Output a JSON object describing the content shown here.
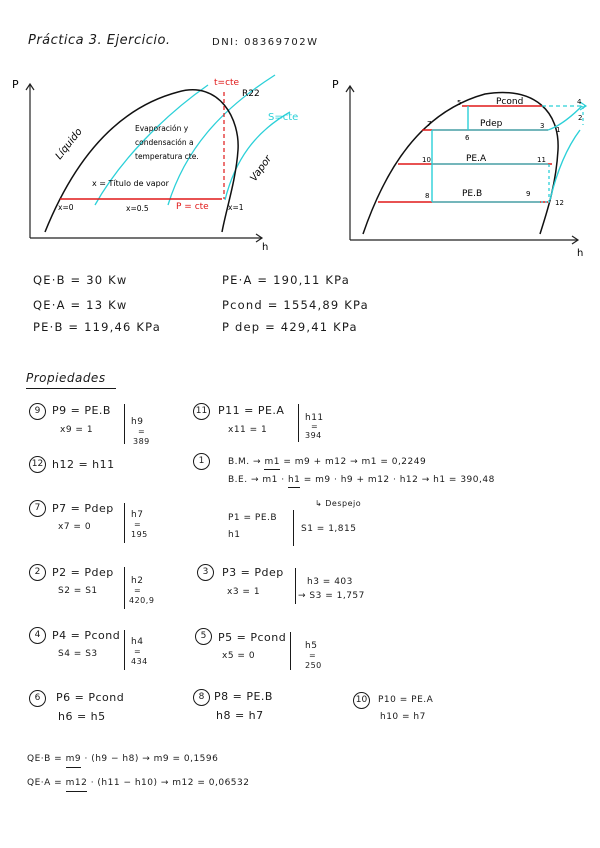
{
  "header": {
    "title": "Práctica 3. Ejercicio.",
    "dni": "DNI: 08369702W"
  },
  "diagram_left": {
    "axis_p": "P",
    "axis_h": "h",
    "refrigerant": "R22",
    "t_cte": "t=cte",
    "s_cte": "S=cte",
    "liquido": "Líquido",
    "vapor": "Vapor",
    "evap_line1": "Evaporación y",
    "evap_line2": "condensación a",
    "evap_line3": "temperatura cte.",
    "titulo_vapor": "x = Título de vapor",
    "x0": "x=0",
    "x05": "x=0.5",
    "p_cte": "P = cte",
    "x1": "x=1"
  },
  "diagram_right": {
    "axis_p": "P",
    "axis_h": "h",
    "pcond": "Pcond",
    "pdep": "Pdep",
    "pea": "PE.A",
    "peb": "PE.B",
    "points": [
      "1",
      "2",
      "3",
      "4",
      "5",
      "6",
      "7",
      "8",
      "9",
      "10",
      "11",
      "12"
    ]
  },
  "givens": {
    "qeb": "QE·B = 30 Kw",
    "qea": "QE·A = 13 Kw",
    "peb": "PE·B = 119,46 KPa",
    "pea": "PE·A = 190,11 KPa",
    "pcond": "Pcond = 1554,89 KPa",
    "pdep": "P dep = 429,41 KPa"
  },
  "properties": {
    "heading": "Propiedades",
    "p9": {
      "num": "9",
      "l1": "P9 = PE.B",
      "l2": "x9 = 1",
      "h": "h9",
      "eq": "=",
      "val": "389"
    },
    "p11": {
      "num": "11",
      "l1": "P11 = PE.A",
      "l2": "x11 = 1",
      "h": "h11",
      "eq": "=",
      "val": "394"
    },
    "p12": {
      "num": "12",
      "l1": "h12 = h11"
    },
    "p1": {
      "num": "1",
      "bm": "B.M. →",
      "bm_term": "m1",
      "bm_rest": "= m9 + m12 → m1 = 0,2249",
      "be": "B.E. → m1 ·",
      "be_term": "h1",
      "be_rest": "= m9 · h9 + m12 · h12 → h1 = 390,48",
      "despejo": "↳ Despejo",
      "l1": "P1 = PE.B",
      "l2": "h1",
      "s1": "S1 = 1,815"
    },
    "p7": {
      "num": "7",
      "l1": "P7 = Pdep",
      "l2": "x7 = 0",
      "h": "h7",
      "eq": "=",
      "val": "195"
    },
    "p2": {
      "num": "2",
      "l1": "P2 = Pdep",
      "l2": "S2 = S1",
      "h": "h2",
      "eq": "=",
      "val": "420,9"
    },
    "p3": {
      "num": "3",
      "l1": "P3 = Pdep",
      "l2": "x3 = 1",
      "r1": "h3 = 403",
      "r2": "→ S3 = 1,757"
    },
    "p4": {
      "num": "4",
      "l1": "P4 = Pcond",
      "l2": "S4 = S3",
      "h": "h4",
      "eq": "=",
      "val": "434"
    },
    "p5": {
      "num": "5",
      "l1": "P5 = Pcond",
      "l2": "x5 = 0",
      "h": "h5",
      "eq": "=",
      "val": "250"
    },
    "p6": {
      "num": "6",
      "l1": "P6 = Pcond",
      "l2": "h6 = h5"
    },
    "p8": {
      "num": "8",
      "l1": "P8 = PE.B",
      "l2": "h8 = h7"
    },
    "p10": {
      "num": "10",
      "l1": "P10 = PE.A",
      "l2": "h10 = h7"
    }
  },
  "balances": {
    "l1_a": "QE·B =",
    "l1_m": "m9",
    "l1_b": "· (h9 − h8) → m9 = 0,1596",
    "l2_a": "QE·A =",
    "l2_m": "m12",
    "l2_b": "· (h11 − h10) → m12 = 0,06532"
  }
}
